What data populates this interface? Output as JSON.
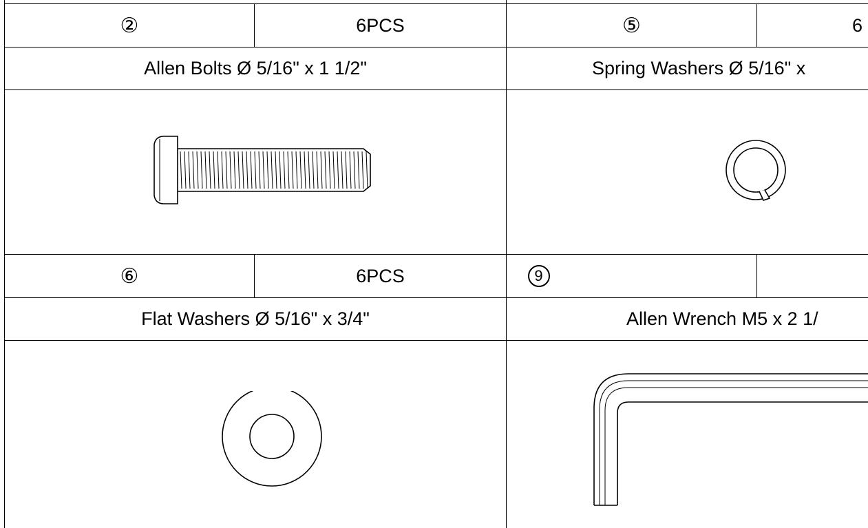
{
  "parts": [
    {
      "number": "②",
      "quantity": "6PCS",
      "description": "Allen Bolts Ø  5/16\" x 1 1/2\"",
      "icon": "allen-bolt-icon"
    },
    {
      "number": "⑤",
      "quantity": "6",
      "description": "Spring Washers Ø 5/16\" x",
      "icon": "spring-washer-icon"
    },
    {
      "number": "⑥",
      "quantity": "6PCS",
      "description": "Flat Washers Ø 5/16\" x 3/4\"",
      "icon": "flat-washer-icon"
    },
    {
      "number": "9",
      "quantity": "",
      "description": "Allen Wrench M5 x 2 1/",
      "icon": "allen-wrench-icon"
    }
  ]
}
